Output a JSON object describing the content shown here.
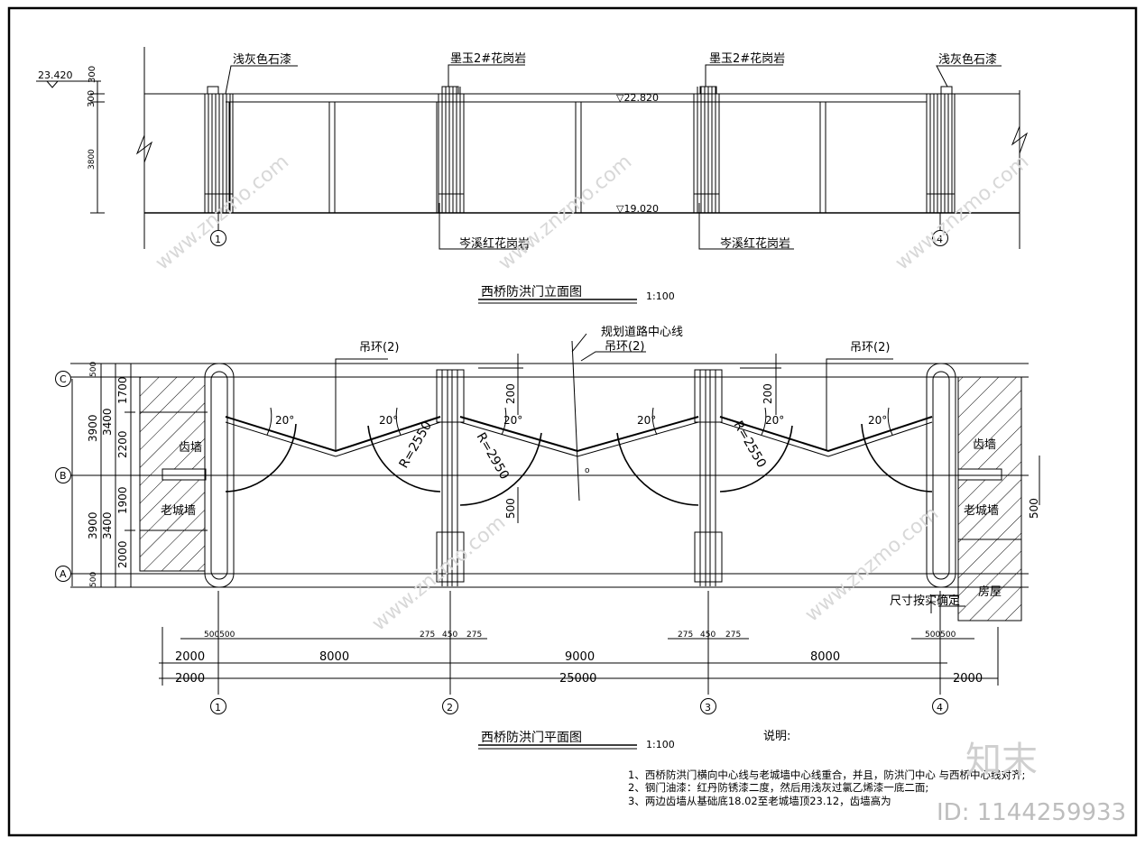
{
  "elevation": {
    "title": "西桥防洪门立面图",
    "scale": "1:100",
    "top_level": "23.420",
    "dims_vertical": [
      "300",
      "300",
      "3800"
    ],
    "level_top": "▽22.820",
    "level_bottom": "▽19.020",
    "labels": {
      "stone_paint_left": "浅灰色石漆",
      "granite_top_a": "墨玉2#花岗岩",
      "granite_top_b": "墨玉2#花岗岩",
      "stone_paint_right": "浅灰色石漆",
      "granite_bottom_a": "岑溪红花岗岩",
      "granite_bottom_b": "岑溪红花岗岩"
    },
    "axis_marks": [
      "1",
      "4"
    ]
  },
  "plan": {
    "title": "西桥防洪门平面图",
    "scale": "1:100",
    "grid_rows": [
      "C",
      "B",
      "A"
    ],
    "dims_left_outer": [
      "3900",
      "3900"
    ],
    "dims_left_mid": [
      "500",
      "3400",
      "3400",
      "500"
    ],
    "dims_left_inner": [
      "1700",
      "2200",
      "1900",
      "2000"
    ],
    "labels": {
      "road_center": "规划道路中心线",
      "hoist_ring_1": "吊环(2)",
      "hoist_ring_2": "吊环(2)",
      "hoist_ring_3": "吊环(2)",
      "tooth_wall_left": "齿墙",
      "tooth_wall_right": "齿墙",
      "old_wall_left": "老城墙",
      "old_wall_right": "老城墙",
      "house": "房屋",
      "size_note": "尺寸按实确定",
      "radius_1": "R=2550",
      "radius_2": "R=2950",
      "radius_3": "R=2550",
      "dim_200_a": "200",
      "dim_200_b": "200",
      "dim_500_a": "500",
      "dim_500_b": "500",
      "center_mark": "o"
    },
    "angles": [
      "20°",
      "20°",
      "20°",
      "20°",
      "20°",
      "20°"
    ],
    "dims_bottom_small": {
      "left": "500500",
      "mid_a": [
        "275",
        "450",
        "275"
      ],
      "mid_b": [
        "275",
        "450",
        "275"
      ],
      "right": "500500"
    },
    "dims_bottom_row1": [
      "2000",
      "8000",
      "9000",
      "8000"
    ],
    "dims_bottom_row2": [
      "2000",
      "25000",
      "2000"
    ],
    "axis_marks": [
      "1",
      "2",
      "3",
      "4"
    ]
  },
  "notes": {
    "heading": "说明:",
    "items": [
      "1、西桥防洪门横向中心线与老城墙中心线重合，并且，防洪门中心    与西桥中心线对齐;",
      "2、钢门油漆：红丹防锈漆二度，然后用浅灰过氯乙烯漆一底二面;",
      "3、两边齿墙从基础底18.02至老城墙顶23.12，齿墙高为"
    ]
  },
  "watermark": {
    "logo": "知末",
    "id": "ID: 1144259933",
    "repeat": "www.znzmo.com"
  }
}
